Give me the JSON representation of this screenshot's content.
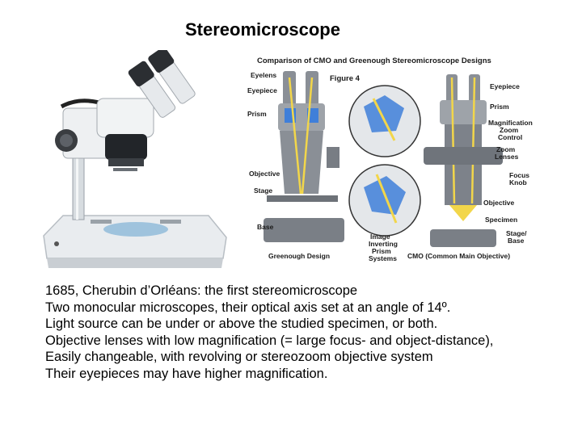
{
  "slide": {
    "title": "Stereomicroscope"
  },
  "figure": {
    "title": "Comparison of CMO and Greenough Stereomicroscope Designs",
    "figure_label": "Figure 4",
    "left_labels": {
      "eyelens": "Eyelens",
      "eyepiece": "Eyepiece",
      "prism": "Prism",
      "objective": "Objective",
      "stage": "Stage",
      "base": "Base",
      "caption": "Greenough Design"
    },
    "middle_labels": {
      "image_line1": "Image",
      "image_line2": "Inverting",
      "image_line3": "Prism",
      "image_line4": "Systems"
    },
    "right_labels": {
      "eyepiece": "Eyepiece",
      "prism": "Prism",
      "magnification_line1": "Magnification",
      "magnification_line2": "Zoom",
      "magnification_line3": "Control",
      "zoom_line1": "Zoom",
      "zoom_line2": "Lenses",
      "focus_line1": "Focus",
      "focus_line2": "Knob",
      "objective": "Objective",
      "specimen": "Specimen",
      "stage_line1": "Stage/",
      "stage_line2": "Base",
      "caption": "CMO (Common Main Objective)"
    }
  },
  "bullets": [
    "1685, Cherubin d’Orléans: the first stereomicroscope",
    "Two monocular microscopes, their optical axis set at an angle of 14º.",
    "Light source can be under or above the studied specimen, or both.",
    "Objective lenses with low magnification (= large focus- and object-distance),",
    "Easily changeable, with revolving or stereozoom objective system",
    "Their eyepieces may have higher magnification."
  ],
  "colors": {
    "housing": "#8a8f96",
    "beam": "#f2d64a",
    "prism": "#3f7fd9",
    "stand": "#e4e7ea"
  }
}
